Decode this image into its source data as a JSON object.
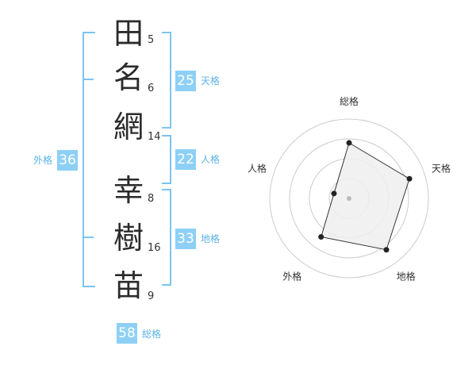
{
  "name": {
    "chars": [
      "田",
      "名",
      "網",
      "幸",
      "樹",
      "苗"
    ],
    "strokes": [
      "5",
      "6",
      "14",
      "8",
      "16",
      "9"
    ]
  },
  "fortune": {
    "tenkaku": {
      "value": "25",
      "label": "天格"
    },
    "jinkaku": {
      "value": "22",
      "label": "人格"
    },
    "chikaku": {
      "value": "33",
      "label": "地格"
    },
    "gaikaku": {
      "value": "36",
      "label": "外格"
    },
    "soukaku": {
      "value": "58",
      "label": "総格"
    }
  },
  "chart_data": {
    "type": "radar",
    "axes": [
      "総格",
      "天格",
      "地格",
      "外格",
      "人格"
    ],
    "values": [
      0.7,
      0.8,
      0.8,
      0.6,
      0.2
    ],
    "range": [
      0,
      1
    ],
    "rings": 4,
    "colors": {
      "fill": "#eeeeee",
      "line": "#333333",
      "point": "#222222",
      "grid": "#cccccc"
    }
  }
}
